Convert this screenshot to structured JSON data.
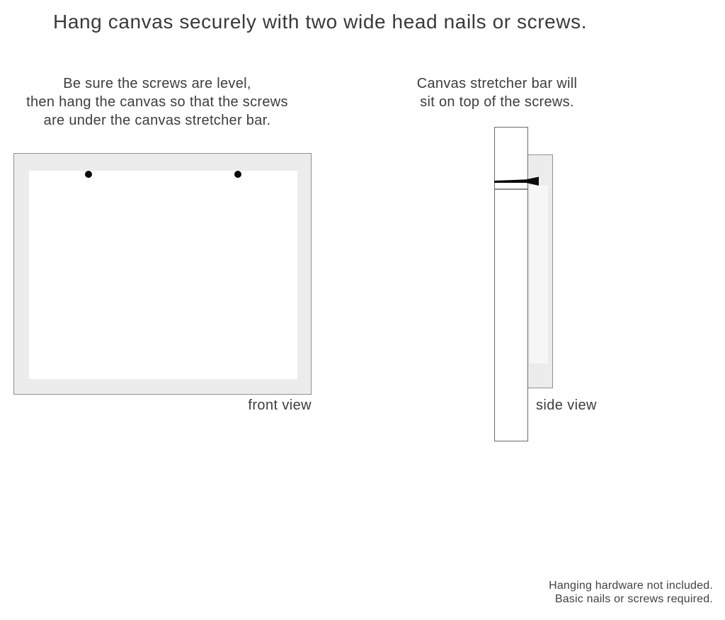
{
  "title": "Hang canvas securely with two wide head nails or screws.",
  "instructions": {
    "left": {
      "line1": "Be sure the screws are level,",
      "line2": "then hang the canvas so that the screws",
      "line3": "are under the canvas stretcher bar."
    },
    "right": {
      "line1": "Canvas stretcher bar will",
      "line2": "sit on top of the screws."
    }
  },
  "labels": {
    "front_view": "front view",
    "side_view": "side view"
  },
  "footnote": {
    "line1": "Hanging hardware not included.",
    "line2": "Basic nails or screws required."
  },
  "diagram": {
    "screw_count": 2,
    "colors": {
      "background": "#ffffff",
      "canvas_fill": "#ececec",
      "canvas_border": "#8f8f8f",
      "bar_border": "#6b6b6b",
      "nail": "#0a0a0a",
      "text": "#3c3c3c"
    }
  }
}
